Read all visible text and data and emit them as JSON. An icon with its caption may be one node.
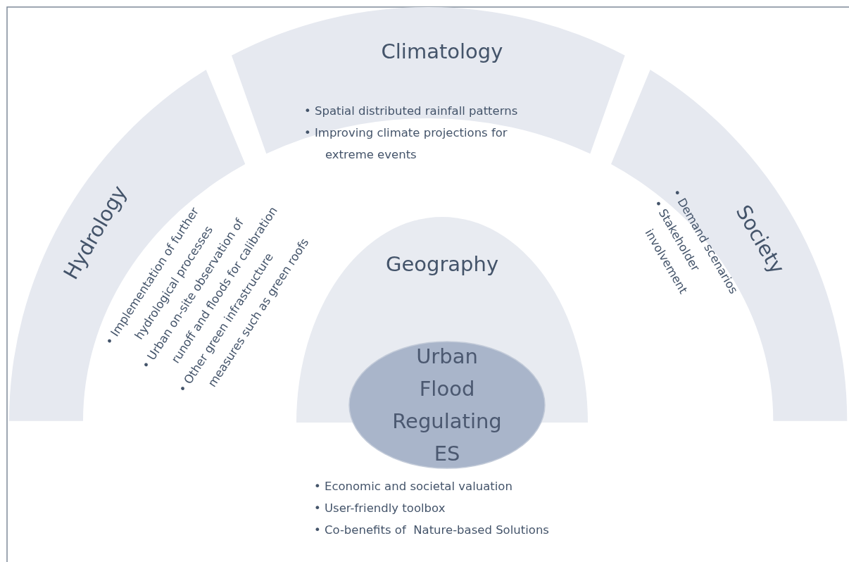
{
  "diagram": {
    "nodes": [
      {
        "text": [
          "Hydrology"
        ]
      },
      {
        "text": [
          "Climatology",
          "• Spatial distributed rainfall patterns",
          "• Improving climate projections for extreme events"
        ]
      },
      {
        "text": [
          "Society",
          "• Demand scenarios",
          "• Stakeholder involvement"
        ]
      },
      {
        "text": [
          "Geography"
        ]
      },
      {
        "text": [
          "Urban Flood Regulating ES"
        ]
      }
    ],
    "labels": [
      "• Implementation of further hydrological processes",
      "• Urban on-site observation of runoff and floods for calibration",
      "• Other green infrastructure measures such as green roofs",
      "• Economic and societal valuation",
      "• User-friendly toolbox",
      "• Co-benefits of  Nature-based Solutions"
    ]
  }
}
